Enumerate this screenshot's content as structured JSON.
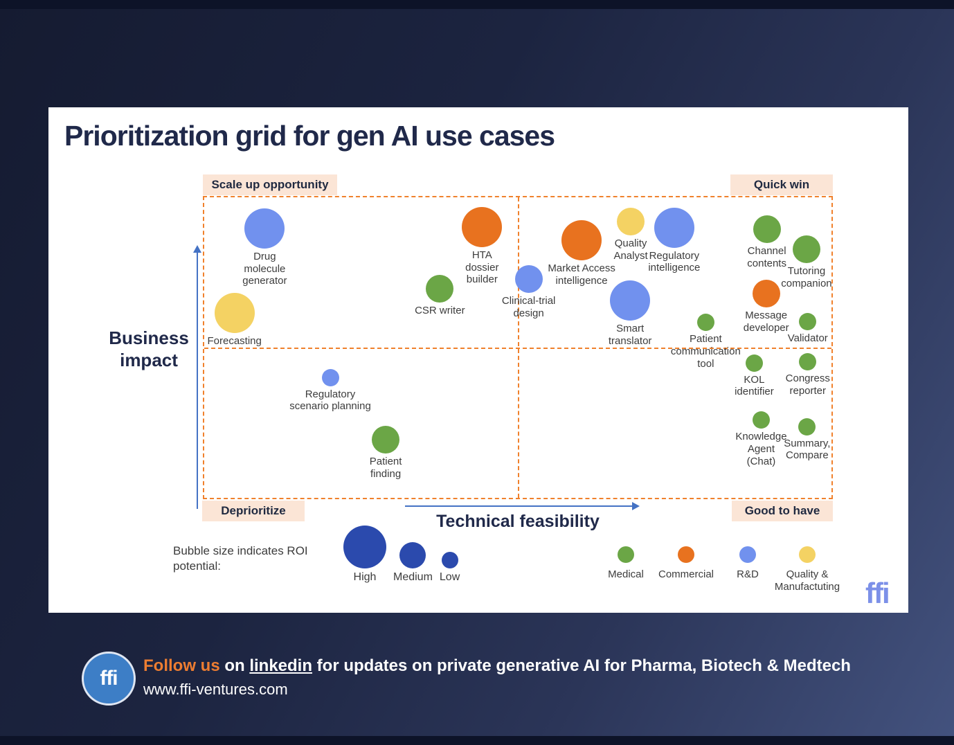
{
  "title": "Prioritization grid for gen AI use cases",
  "quadrants": {
    "top_left": "Scale up opportunity",
    "top_right": "Quick win",
    "bottom_left": "Deprioritize",
    "bottom_right": "Good to have"
  },
  "axes": {
    "y_label": "Business\nimpact",
    "x_label": "Technical feasibility"
  },
  "colors": {
    "departments": {
      "Medical": "#6ba646",
      "Commercial": "#e8721f",
      "R&D": "#7191ee",
      "Quality & Manufacturing": "#f4d263"
    },
    "roi_legend_blue": "#2b4aad",
    "grid_dash_orange": "#f0812c",
    "quadrant_label_bg": "#fbe5d6",
    "title_navy": "#20294a",
    "footer_highlight_orange": "#ed7d31",
    "footer_logo_blue": "#3d7ec6",
    "card_logo_blue": "#7c90e8"
  },
  "chart_data": {
    "type": "scatter",
    "x_axis": "Technical feasibility (qualitative, increases rightward)",
    "y_axis": "Business impact (qualitative, increases upward; y below is % from top of grid)",
    "bubble_size": "ROI potential (High / Medium / Low)",
    "bubble_color": "Department (Medical, Commercial, R&D, Quality & Manufacturing)",
    "bubbles": [
      {
        "label": "Drug\nmolecule\ngenerator",
        "department": "R&D",
        "roi": "High",
        "x": 9.6,
        "y": 10.3
      },
      {
        "label": "Forecasting",
        "department": "Quality & Manufacturing",
        "roi": "High",
        "x": 4.8,
        "y": 38.1
      },
      {
        "label": "CSR writer",
        "department": "Medical",
        "roi": "Medium",
        "x": 37.4,
        "y": 30.1
      },
      {
        "label": "HTA\ndossier\nbuilder",
        "department": "Commercial",
        "roi": "High",
        "x": 44.1,
        "y": 9.8
      },
      {
        "label": "Clinical-trial\ndesign",
        "department": "R&D",
        "roi": "Medium",
        "x": 51.5,
        "y": 26.9
      },
      {
        "label": "Market Access\nintelligence",
        "department": "Commercial",
        "roi": "High",
        "x": 59.9,
        "y": 14.2
      },
      {
        "label": "Quality\nAnalyst",
        "department": "Quality & Manufacturing",
        "roi": "Medium",
        "x": 67.7,
        "y": 8.0
      },
      {
        "label": "Regulatory\nintelligence",
        "department": "R&D",
        "roi": "High",
        "x": 74.6,
        "y": 10.0
      },
      {
        "label": "Smart\ntranslator",
        "department": "R&D",
        "roi": "High",
        "x": 67.6,
        "y": 34.0
      },
      {
        "label": "Patient\ncommunication\ntool",
        "department": "Medical",
        "roi": "Low",
        "x": 79.6,
        "y": 41.3
      },
      {
        "label": "Channel\ncontents",
        "department": "Medical",
        "roi": "Medium",
        "x": 89.3,
        "y": 10.5
      },
      {
        "label": "Tutoring\ncompanion",
        "department": "Medical",
        "roi": "Medium",
        "x": 95.6,
        "y": 17.1
      },
      {
        "label": "Message\ndeveloper",
        "department": "Commercial",
        "roi": "Medium",
        "x": 89.2,
        "y": 31.7
      },
      {
        "label": "Validator",
        "department": "Medical",
        "roi": "Low",
        "x": 95.8,
        "y": 40.9
      },
      {
        "label": "Regulatory\nscenario planning",
        "department": "R&D",
        "roi": "Low",
        "x": 20.0,
        "y": 59.4
      },
      {
        "label": "Patient\nfinding",
        "department": "Medical",
        "roi": "Medium",
        "x": 28.8,
        "y": 79.9
      },
      {
        "label": "KOL\nidentifier",
        "department": "Medical",
        "roi": "Low",
        "x": 87.3,
        "y": 54.6
      },
      {
        "label": "Congress\nreporter",
        "department": "Medical",
        "roi": "Low",
        "x": 95.8,
        "y": 54.3
      },
      {
        "label": "Knowledge\nAgent\n(Chat)",
        "department": "Medical",
        "roi": "Low",
        "x": 88.4,
        "y": 73.5
      },
      {
        "label": "Summary,\nCompare",
        "department": "Medical",
        "roi": "Low",
        "x": 95.7,
        "y": 75.6
      }
    ]
  },
  "size_legend": {
    "caption": "Bubble size indicates ROI\npotential:",
    "items": [
      "High",
      "Medium",
      "Low"
    ]
  },
  "department_legend": [
    {
      "label": "Medical",
      "department": "Medical"
    },
    {
      "label": "Commercial",
      "department": "Commercial"
    },
    {
      "label": "R&D",
      "department": "R&D"
    },
    {
      "label": "Quality &\nManufactuting",
      "department": "Quality & Manufacturing"
    }
  ],
  "branding": {
    "card_logo_text": "ffi",
    "footer_logo_text": "ffi"
  },
  "footer": {
    "follow": "Follow us",
    "mid": " on ",
    "link": "linkedin",
    "rest": " for updates on private generative AI for Pharma, Biotech & Medtech",
    "website": "www.ffi-ventures.com"
  }
}
